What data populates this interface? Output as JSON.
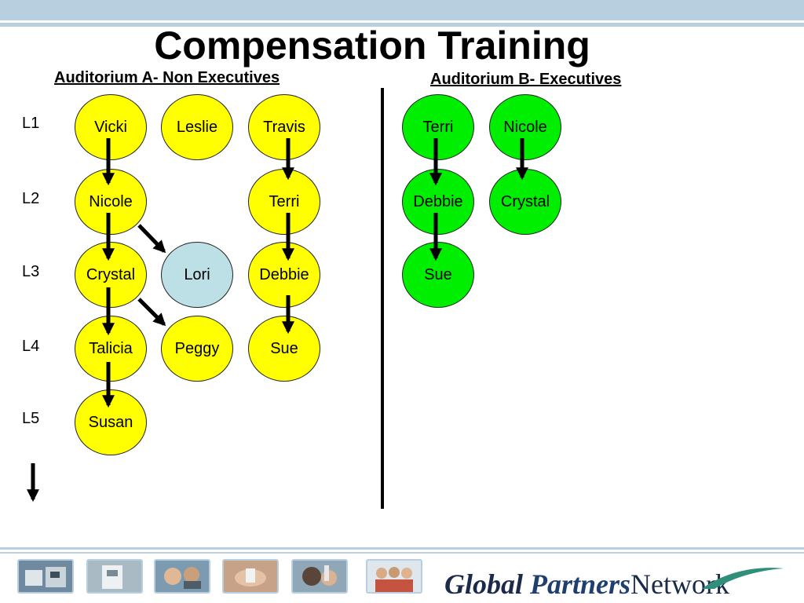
{
  "title": "Compensation Training",
  "auditorium_a": {
    "heading": "Auditorium A- Non Executives",
    "nodes": {
      "vicki": "Vicki",
      "leslie": "Leslie",
      "travis": "Travis",
      "nicole": "Nicole",
      "terri": "Terri",
      "crystal": "Crystal",
      "lori": "Lori",
      "debbie": "Debbie",
      "talicia": "Talicia",
      "peggy": "Peggy",
      "sue": "Sue",
      "susan": "Susan"
    }
  },
  "auditorium_b": {
    "heading": "Auditorium B- Executives",
    "nodes": {
      "terri": "Terri",
      "nicole": "Nicole",
      "debbie": "Debbie",
      "crystal": "Crystal",
      "sue": "Sue"
    }
  },
  "levels": [
    "L1",
    "L2",
    "L3",
    "L4",
    "L5"
  ],
  "colors": {
    "non_executive": "#ffff00",
    "executive": "#00ee00",
    "highlight": "#bde0e6",
    "accent_band": "#b8cfdf"
  },
  "footer": {
    "logo_word1": "Global",
    "logo_word2": "Partners",
    "logo_word3": "Network",
    "thumbnails": [
      "equipment-photo",
      "device-photo",
      "treatment-photo",
      "hand-device-photo",
      "hair-treatment-photo",
      "group-photo"
    ]
  }
}
